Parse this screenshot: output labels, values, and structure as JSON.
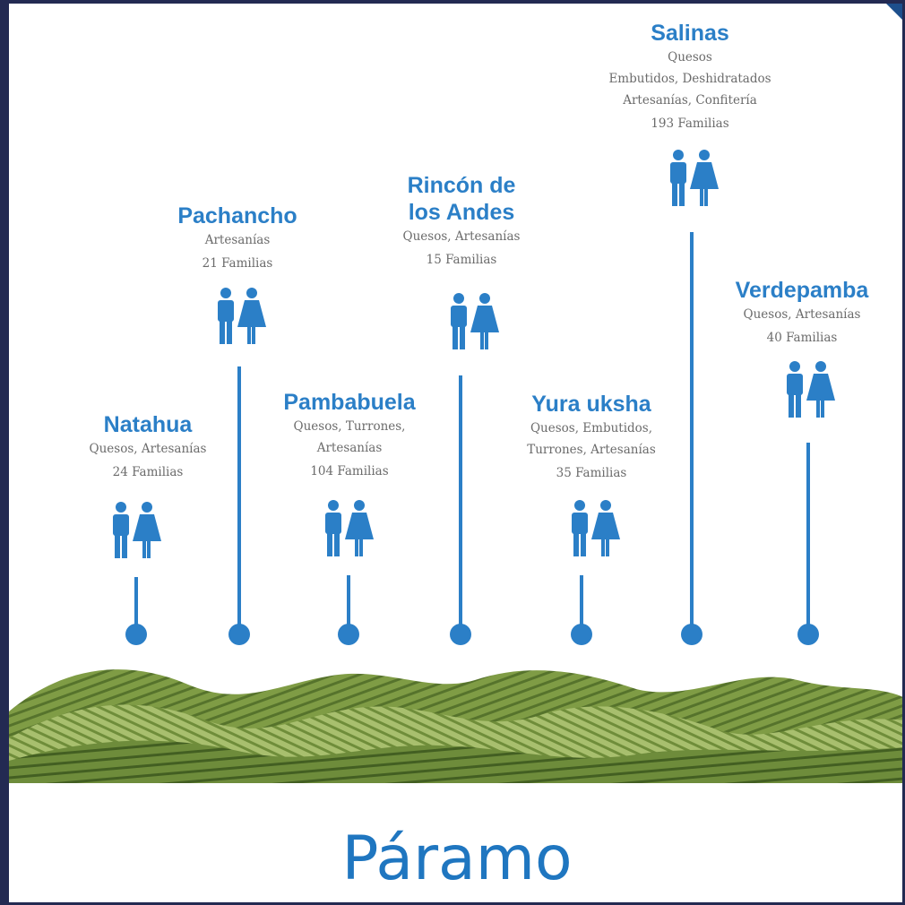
{
  "region": {
    "title": "Páramo"
  },
  "colors": {
    "accent": "#2b7fc7",
    "text": "#6b6b6b",
    "hills_dark": "#5b7a33",
    "hills_light": "#a8bf6e"
  },
  "communities": [
    {
      "name": "Natahua",
      "products": "Quesos, Artesanías",
      "families": "24 Familias",
      "icon": "man-woman-icon"
    },
    {
      "name": "Pachancho",
      "products": "Artesanías",
      "families": "21 Familias",
      "icon": "man-woman-icon"
    },
    {
      "name": "Pambabuela",
      "products": "Quesos, Turrones,\nArtesanías",
      "families": "104 Familias",
      "icon": "man-woman-icon"
    },
    {
      "name": "Rincón de\nlos Andes",
      "products": "Quesos, Artesanías",
      "families": "15 Familias",
      "icon": "man-woman-icon"
    },
    {
      "name": "Yura uksha",
      "products": "Quesos, Embutidos,\nTurrones, Artesanías",
      "families": "35 Familias",
      "icon": "man-woman-icon"
    },
    {
      "name": "Salinas",
      "products": "Quesos\nEmbutidos, Deshidratados\nArtesanías, Confitería",
      "families": "193 Familias",
      "icon": "man-woman-icon"
    },
    {
      "name": "Verdepamba",
      "products": "Quesos, Artesanías",
      "families": "40 Familias",
      "icon": "man-woman-icon"
    }
  ]
}
